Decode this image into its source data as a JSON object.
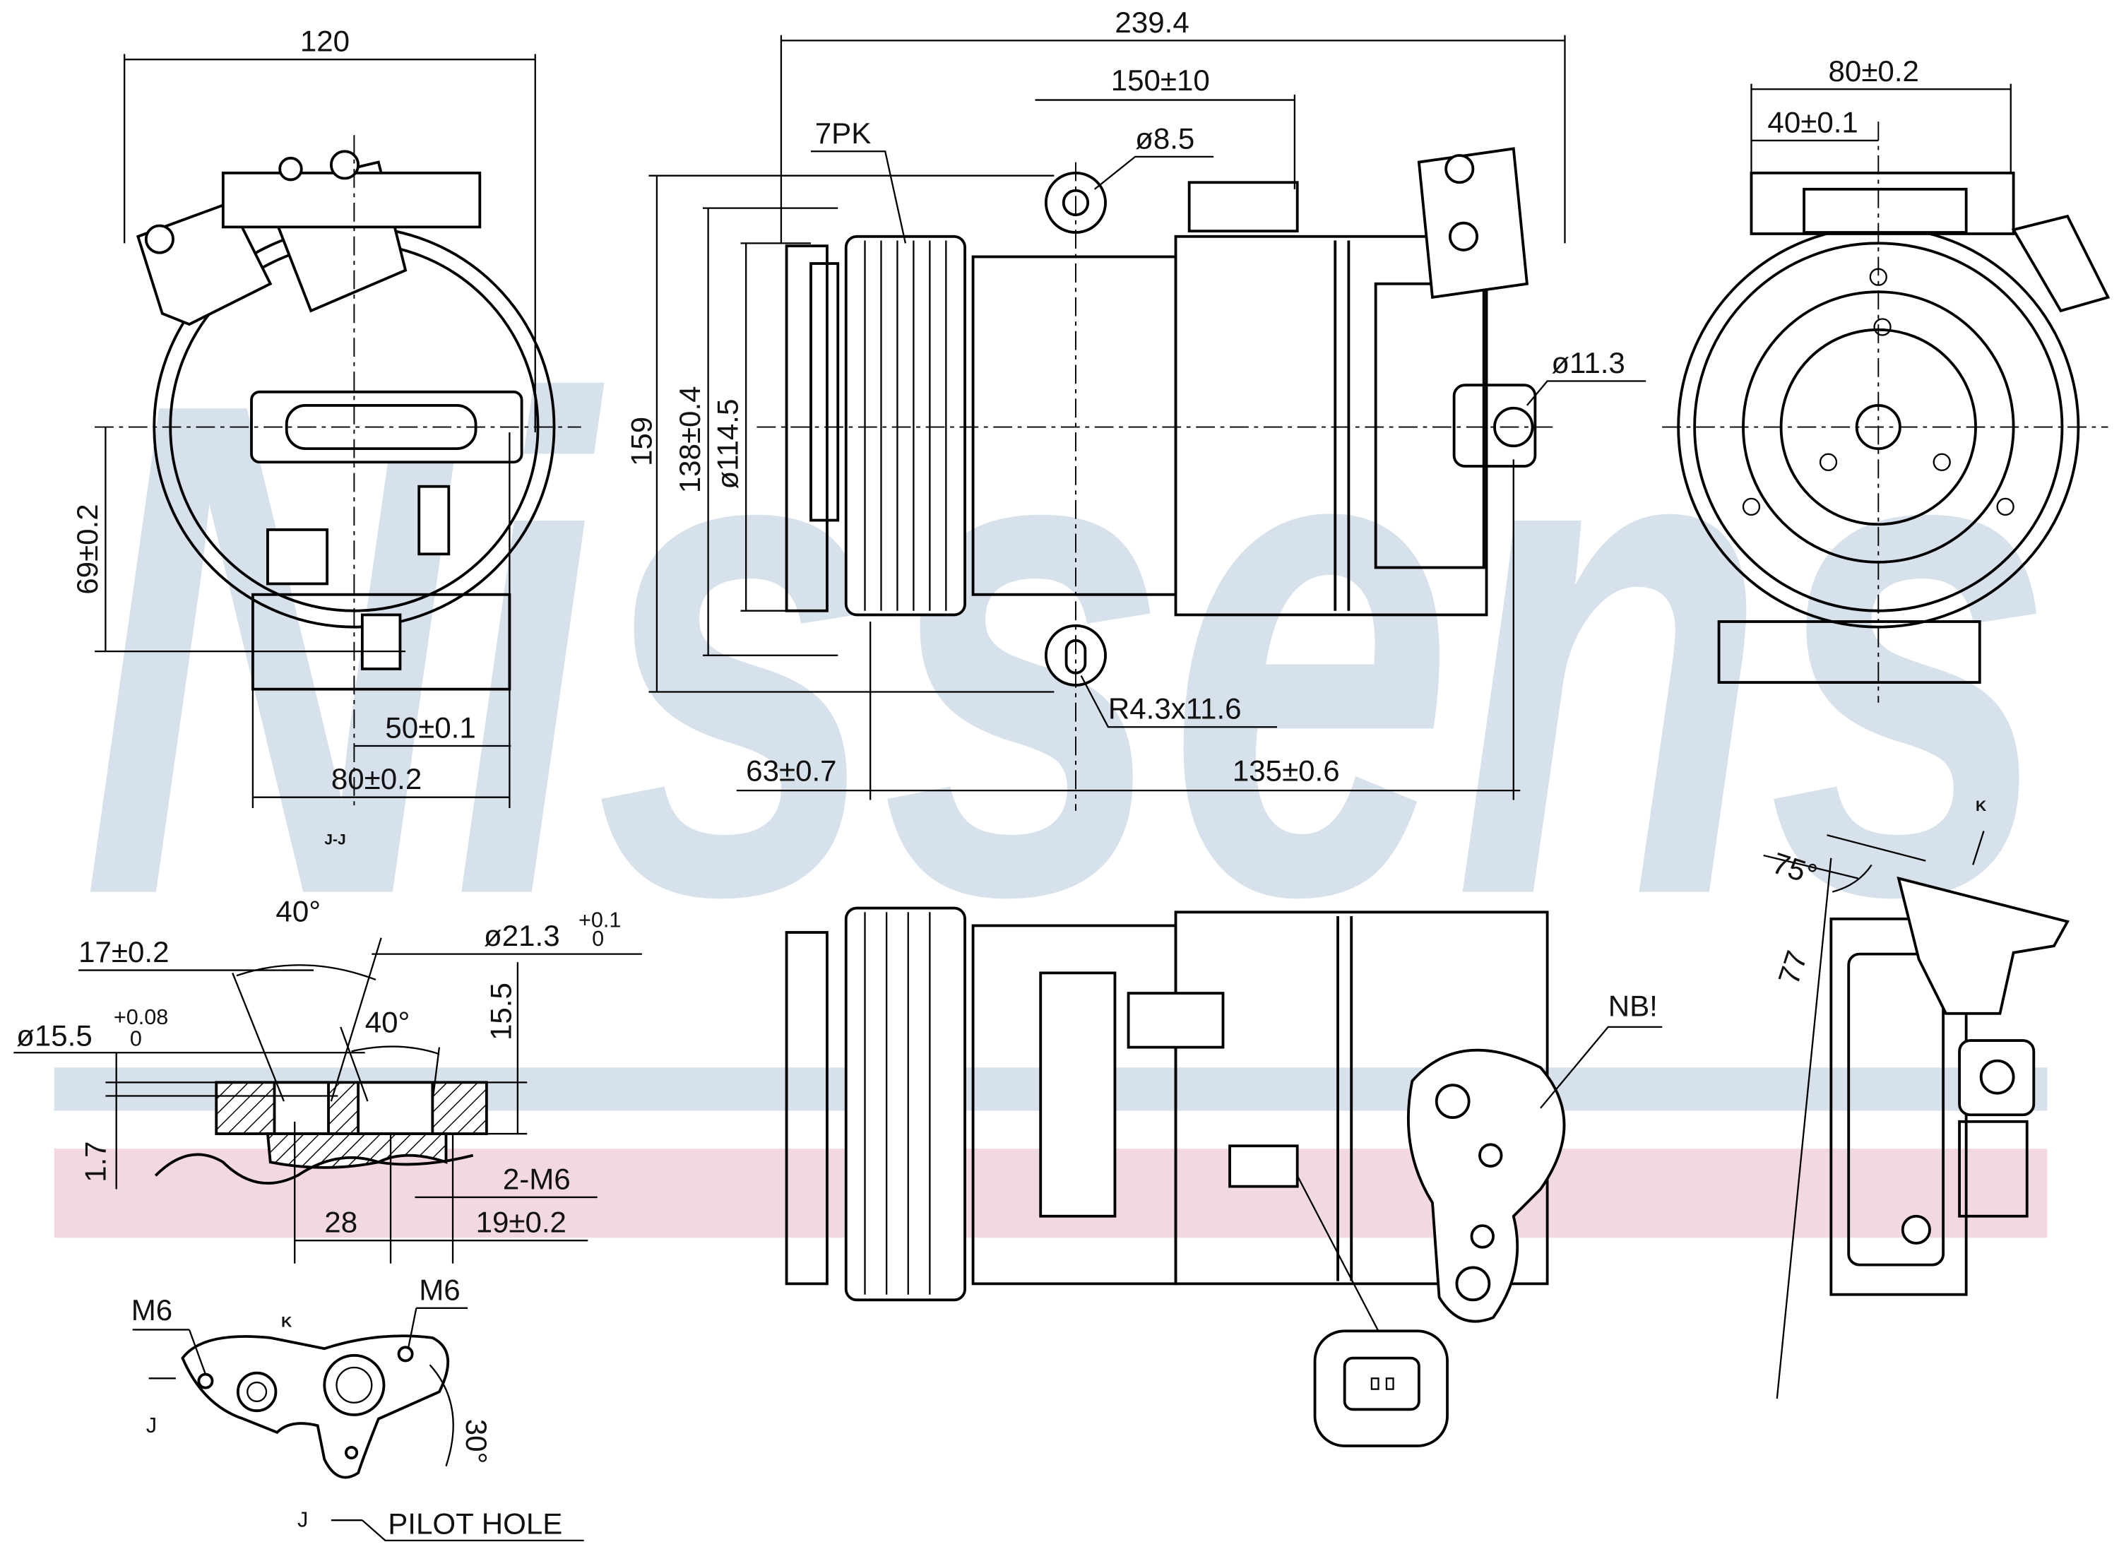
{
  "brand": {
    "watermark": "Nissens",
    "band_blue": "#d6e1ec",
    "band_pink": "#f2d9df"
  },
  "front_view": {
    "width": "120",
    "height_dim": "69±0.2",
    "offset_dim": "50±0.1",
    "base_dim": "80±0.2",
    "section_label": "J-J"
  },
  "side_view": {
    "overall_length": "239.4",
    "connector_length": "150±10",
    "belt": "7PK",
    "hole_top": "ø8.5",
    "height": "159",
    "pulley_dia": "138±0.4",
    "body_dia": "ø114.5",
    "hole_rear": "ø11.3",
    "slot": "R4.3x11.6",
    "front_offset": "63±0.7",
    "mount_span": "135±0.6"
  },
  "rear_view": {
    "width": "80±0.2",
    "half_width": "40±0.1"
  },
  "section": {
    "angle_top": "40°",
    "port_spacing": "17±0.2",
    "bore_large": "ø21.3",
    "bore_large_tol_upper": "+0.1",
    "bore_large_tol_lower": "0",
    "bore_small": "ø15.5",
    "bore_small_tol_upper": "+0.08",
    "bore_small_tol_lower": "0",
    "angle_inner": "40°",
    "depth": "15.5",
    "step": "1.7",
    "thread": "2-M6",
    "center_distance": "28",
    "thread_offset": "19±0.2"
  },
  "port_plate": {
    "thread_left": "M6",
    "view_k": "K",
    "thread_right": "M6",
    "section_j_top": "J",
    "angle": "30°",
    "section_j_bottom": "J",
    "pilot_hole": "PILOT HOLE"
  },
  "bottom_side": {
    "note": "NB!"
  },
  "bottom_right": {
    "angle": "75°",
    "length": "77",
    "view_k": "K"
  }
}
